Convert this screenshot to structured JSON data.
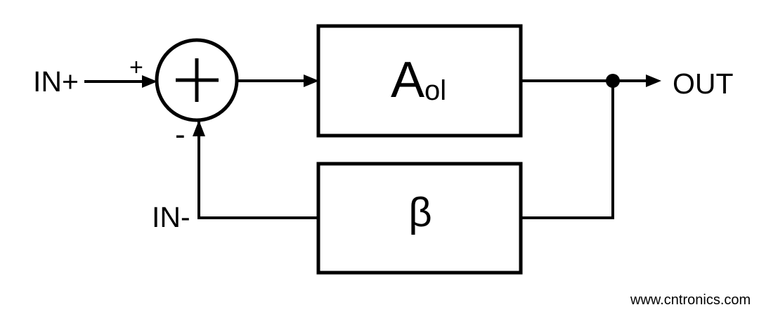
{
  "page": {
    "background": "#ffffff",
    "stroke_color": "#000000"
  },
  "diagram": {
    "kind": "negative-feedback-amplifier-block-diagram",
    "terminals": {
      "input_positive": "IN+",
      "input_negative": "IN-",
      "output": "OUT"
    },
    "summing_junction": {
      "plus_label": "+",
      "minus_label": "-"
    },
    "blocks": {
      "open_loop_gain": {
        "main": "A",
        "subscript": "ol"
      },
      "feedback_factor": {
        "label": "β"
      }
    }
  },
  "watermark": {
    "text": "www.cntronics.com",
    "color": "#b5dfa8"
  }
}
